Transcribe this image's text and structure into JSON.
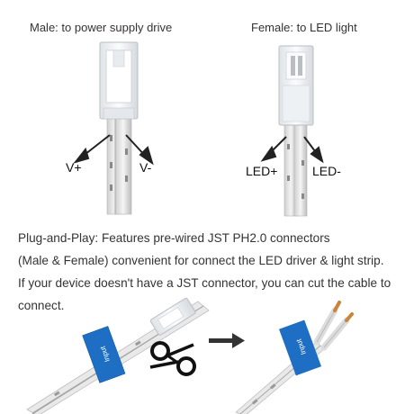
{
  "male": {
    "title": "Male: to power supply drive",
    "pos_label": "V+",
    "neg_label": "V-"
  },
  "female": {
    "title": "Female: to LED light",
    "pos_label": "LED+",
    "neg_label": "LED-"
  },
  "description": {
    "line1": "Plug-and-Play: Features pre-wired JST PH2.0 connectors",
    "line2": "(Male & Female) convenient for connect the LED driver & light strip.",
    "line3": "If your device doesn't have a JST connector, you can cut the cable to",
    "line4": "connect."
  },
  "tag_text": "Input",
  "colors": {
    "connector": "#f1f3f5",
    "wire": "#e6e6e6",
    "tag": "#1e6fc4",
    "text": "#333333"
  }
}
